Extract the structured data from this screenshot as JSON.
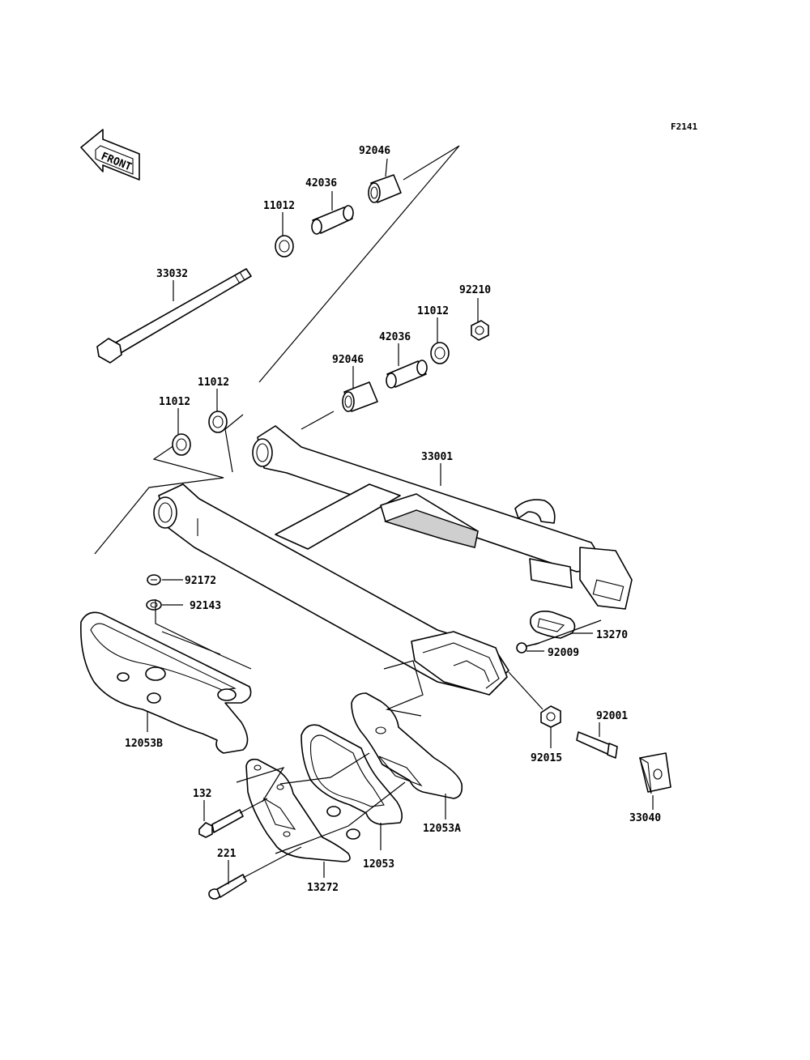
{
  "figure_code": "F2141",
  "front_label": "FRONT",
  "labels": {
    "p92046_top": "92046",
    "p42036_top": "42036",
    "p11012_top": "11012",
    "p33032": "33032",
    "p92210": "92210",
    "p11012_right": "11012",
    "p42036_mid": "42036",
    "p92046_mid": "92046",
    "p11012_mid": "11012",
    "p11012_left": "11012",
    "p33001": "33001",
    "p92172": "92172",
    "p92143": "92143",
    "p13270": "13270",
    "p92009": "92009",
    "p12053B": "12053B",
    "p92001": "92001",
    "p92015": "92015",
    "p33040": "33040",
    "p132": "132",
    "p12053A": "12053A",
    "p221": "221",
    "p12053": "12053",
    "p13272": "13272"
  }
}
